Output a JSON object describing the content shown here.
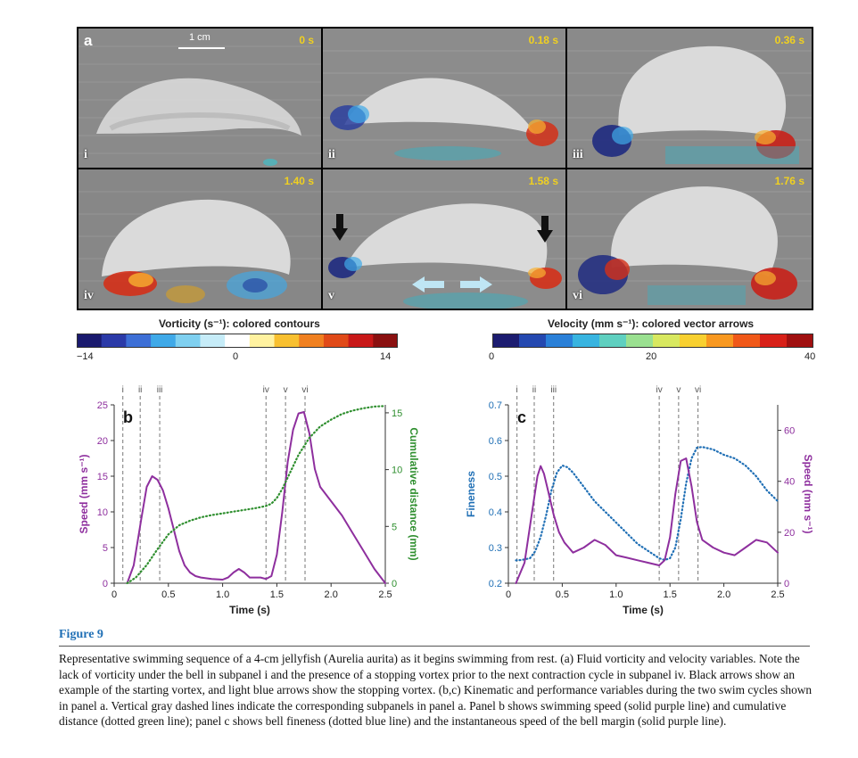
{
  "panel_a": {
    "letter": "a",
    "scale_bar_label": "1 cm",
    "frames": [
      {
        "roman": "i",
        "time": "0 s"
      },
      {
        "roman": "ii",
        "time": "0.18 s"
      },
      {
        "roman": "iii",
        "time": "0.36 s"
      },
      {
        "roman": "iv",
        "time": "1.40 s"
      },
      {
        "roman": "v",
        "time": "1.58 s"
      },
      {
        "roman": "vi",
        "time": "1.76 s"
      }
    ]
  },
  "colorbars": {
    "vorticity": {
      "title": "Vorticity (s⁻¹): colored contours",
      "ticks": [
        "−14",
        "0",
        "14"
      ],
      "colors": [
        "#1a1a6e",
        "#2b3aa8",
        "#3d6fd6",
        "#3fa9e8",
        "#7fd0f0",
        "#c6ecf8",
        "#ffffff",
        "#fff2a0",
        "#f8c030",
        "#f08020",
        "#e04a18",
        "#c81818",
        "#8a1010"
      ]
    },
    "velocity": {
      "title": "Velocity (mm s⁻¹): colored vector arrows",
      "ticks": [
        "0",
        "20",
        "40"
      ],
      "colors": [
        "#1c1c70",
        "#2448b0",
        "#2a80d8",
        "#38b4e0",
        "#5fd0c0",
        "#9ae090",
        "#d8e860",
        "#f8d030",
        "#f89820",
        "#f05818",
        "#d82018",
        "#a01010"
      ]
    }
  },
  "chart_data": [
    {
      "type": "line",
      "panel": "b",
      "xlabel": "Time (s)",
      "ylabel": "Speed (mm s⁻¹)",
      "y2label": "Cumulative distance (mm)",
      "xlim": [
        0,
        2.5
      ],
      "ylim": [
        0,
        25
      ],
      "y2lim": [
        0,
        15.7
      ],
      "x_ticks": [
        "0",
        "0.5",
        "1.0",
        "1.5",
        "2.0",
        "2.5"
      ],
      "y_ticks": [
        "0",
        "5",
        "10",
        "15",
        "20",
        "25"
      ],
      "y2_ticks": [
        "0",
        "5",
        "10",
        "15"
      ],
      "event_lines": [
        {
          "label": "i",
          "t": 0.08
        },
        {
          "label": "ii",
          "t": 0.24
        },
        {
          "label": "iii",
          "t": 0.42
        },
        {
          "label": "iv",
          "t": 1.4
        },
        {
          "label": "v",
          "t": 1.58
        },
        {
          "label": "vi",
          "t": 1.76
        }
      ],
      "series": [
        {
          "axis": "left",
          "color": "#8e2f9e",
          "style": "solid",
          "x": [
            0.12,
            0.18,
            0.25,
            0.3,
            0.35,
            0.4,
            0.45,
            0.5,
            0.55,
            0.6,
            0.65,
            0.7,
            0.75,
            0.8,
            0.9,
            1.0,
            1.05,
            1.1,
            1.15,
            1.2,
            1.25,
            1.3,
            1.35,
            1.4,
            1.45,
            1.5,
            1.55,
            1.6,
            1.65,
            1.7,
            1.75,
            1.8,
            1.85,
            1.9,
            2.0,
            2.1,
            2.2,
            2.3,
            2.4,
            2.5
          ],
          "y": [
            0.0,
            2.5,
            9.0,
            13.5,
            15.0,
            14.5,
            13.0,
            10.5,
            7.5,
            4.5,
            2.5,
            1.5,
            1.0,
            0.8,
            0.6,
            0.5,
            0.8,
            1.5,
            2.0,
            1.5,
            0.8,
            0.8,
            0.8,
            0.6,
            1.0,
            4.0,
            10.0,
            17.0,
            21.5,
            23.8,
            24.0,
            21.0,
            16.0,
            13.5,
            11.5,
            9.5,
            7.0,
            4.5,
            2.0,
            0.0
          ]
        },
        {
          "axis": "right",
          "color": "#2f8f2f",
          "style": "dotted",
          "x": [
            0.12,
            0.2,
            0.3,
            0.4,
            0.5,
            0.6,
            0.7,
            0.8,
            0.9,
            1.0,
            1.1,
            1.2,
            1.3,
            1.4,
            1.45,
            1.5,
            1.55,
            1.6,
            1.7,
            1.8,
            1.9,
            2.0,
            2.1,
            2.2,
            2.3,
            2.4,
            2.5
          ],
          "y": [
            0.0,
            0.5,
            1.6,
            3.0,
            4.3,
            5.1,
            5.5,
            5.8,
            6.0,
            6.15,
            6.3,
            6.45,
            6.6,
            6.8,
            7.0,
            7.5,
            8.3,
            9.3,
            11.3,
            12.8,
            13.8,
            14.4,
            14.9,
            15.2,
            15.4,
            15.55,
            15.6
          ]
        }
      ]
    },
    {
      "type": "line",
      "panel": "c",
      "xlabel": "Time (s)",
      "ylabel": "Fineness",
      "y2label": "Speed (mm s⁻¹)",
      "xlim": [
        0,
        2.5
      ],
      "ylim": [
        0.2,
        0.7
      ],
      "y2lim": [
        0,
        70
      ],
      "x_ticks": [
        "0",
        "0.5",
        "1.0",
        "1.5",
        "2.0",
        "2.5"
      ],
      "y_ticks": [
        "0.2",
        "0.3",
        "0.4",
        "0.5",
        "0.6",
        "0.7"
      ],
      "y2_ticks": [
        "0",
        "20",
        "40",
        "60"
      ],
      "event_lines": [
        {
          "label": "i",
          "t": 0.08
        },
        {
          "label": "ii",
          "t": 0.24
        },
        {
          "label": "iii",
          "t": 0.42
        },
        {
          "label": "iv",
          "t": 1.4
        },
        {
          "label": "v",
          "t": 1.58
        },
        {
          "label": "vi",
          "t": 1.76
        }
      ],
      "series": [
        {
          "axis": "left",
          "color": "#1f6fb5",
          "style": "dotted",
          "x": [
            0.07,
            0.12,
            0.2,
            0.25,
            0.3,
            0.35,
            0.4,
            0.45,
            0.5,
            0.55,
            0.6,
            0.7,
            0.8,
            0.9,
            1.0,
            1.1,
            1.2,
            1.3,
            1.4,
            1.45,
            1.5,
            1.55,
            1.6,
            1.65,
            1.7,
            1.75,
            1.8,
            1.9,
            2.0,
            2.1,
            2.2,
            2.3,
            2.4,
            2.5
          ],
          "y": [
            0.264,
            0.265,
            0.27,
            0.29,
            0.33,
            0.39,
            0.46,
            0.51,
            0.53,
            0.525,
            0.51,
            0.47,
            0.43,
            0.4,
            0.37,
            0.34,
            0.31,
            0.29,
            0.27,
            0.265,
            0.27,
            0.3,
            0.38,
            0.48,
            0.55,
            0.58,
            0.582,
            0.575,
            0.56,
            0.55,
            0.53,
            0.5,
            0.46,
            0.43
          ]
        },
        {
          "axis": "right",
          "color": "#8e2f9e",
          "style": "solid",
          "x": [
            0.07,
            0.15,
            0.22,
            0.27,
            0.3,
            0.33,
            0.37,
            0.42,
            0.47,
            0.52,
            0.6,
            0.7,
            0.8,
            0.9,
            1.0,
            1.1,
            1.2,
            1.3,
            1.4,
            1.45,
            1.5,
            1.55,
            1.6,
            1.65,
            1.7,
            1.75,
            1.8,
            1.9,
            2.0,
            2.1,
            2.2,
            2.3,
            2.4,
            2.5
          ],
          "y": [
            0,
            8,
            28,
            42,
            46,
            43,
            36,
            27,
            20,
            16,
            12,
            14,
            17,
            15,
            11,
            10,
            9,
            8,
            7,
            9,
            18,
            35,
            48,
            49,
            38,
            24,
            17,
            14,
            12,
            11,
            14,
            17,
            16,
            12
          ]
        }
      ]
    }
  ],
  "caption": {
    "heading": "Figure 9",
    "text": "Representative swimming sequence of a 4-cm jellyfish (Aurelia aurita) as it begins swimming from rest. (a) Fluid vorticity and velocity variables. Note the lack of vorticity under the bell in subpanel i and the presence of a stopping vortex prior to the next contraction cycle in subpanel iv. Black arrows show an example of the starting vortex, and light blue arrows show the stopping vortex. (b,c) Kinematic and performance variables during the two swim cycles shown in panel a. Vertical gray dashed lines indicate the corresponding subpanels in panel a. Panel b shows swimming speed (solid purple line) and cumulative distance (dotted green line); panel c shows bell fineness (dotted blue line) and the instantaneous speed of the bell margin (solid purple line)."
  }
}
